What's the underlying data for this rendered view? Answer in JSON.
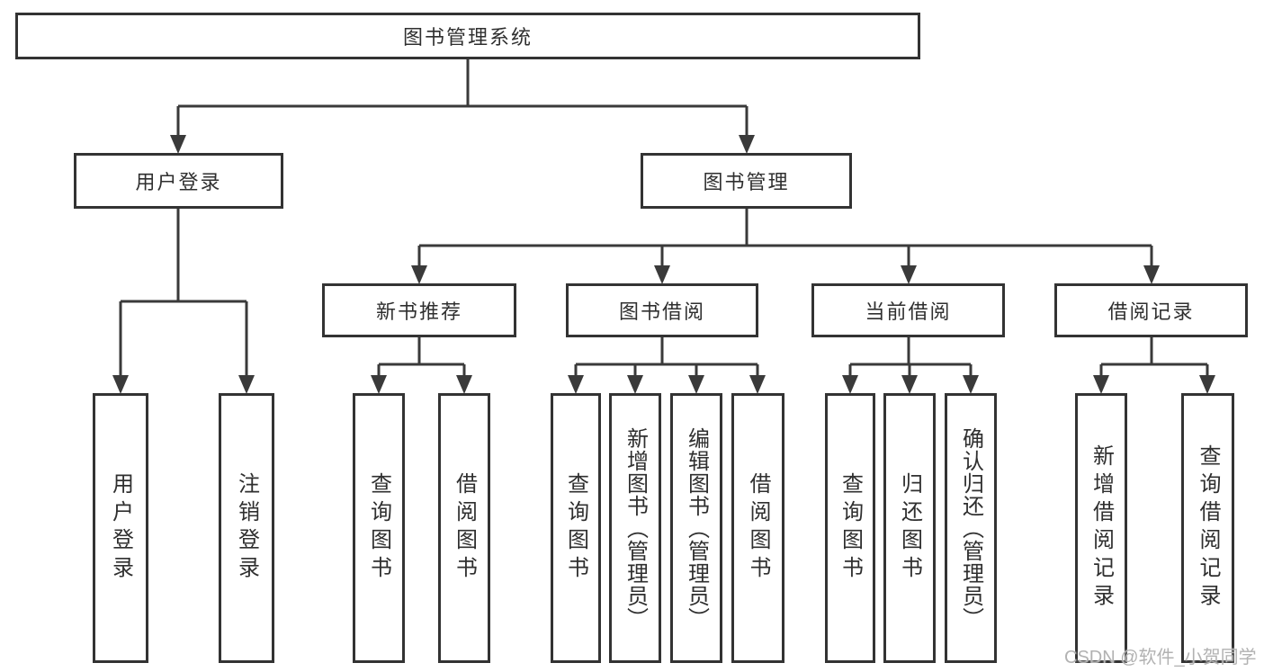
{
  "diagram": {
    "type": "hierarchy-tree",
    "watermark": "CSDN @软件_小贺同学",
    "colors": {
      "line": "#3a3a3a",
      "box_border": "#333333",
      "text": "#2f2f2f",
      "watermark": "#b2b2b2",
      "background": "#ffffff"
    },
    "nodes": {
      "root": {
        "label": "图书管理系统"
      },
      "level2": [
        {
          "label": "用户登录"
        },
        {
          "label": "图书管理"
        }
      ],
      "level3": [
        {
          "label": "新书推荐"
        },
        {
          "label": "图书借阅"
        },
        {
          "label": "当前借阅"
        },
        {
          "label": "借阅记录"
        }
      ],
      "leaves": {
        "user_login": [
          {
            "label": "用户登录"
          },
          {
            "label": "注销登录"
          }
        ],
        "new_books": [
          {
            "label": "查询图书"
          },
          {
            "label": "借阅图书"
          }
        ],
        "book_borrow": [
          {
            "label": "查询图书"
          },
          {
            "label": "新增图书（管理员）"
          },
          {
            "label": "编辑图书（管理员）"
          },
          {
            "label": "借阅图书"
          }
        ],
        "current_borrow": [
          {
            "label": "查询图书"
          },
          {
            "label": "归还图书"
          },
          {
            "label": "确认归还（管理员）"
          }
        ],
        "borrow_records": [
          {
            "label": "新增借阅记录"
          },
          {
            "label": "查询借阅记录"
          }
        ]
      }
    }
  }
}
